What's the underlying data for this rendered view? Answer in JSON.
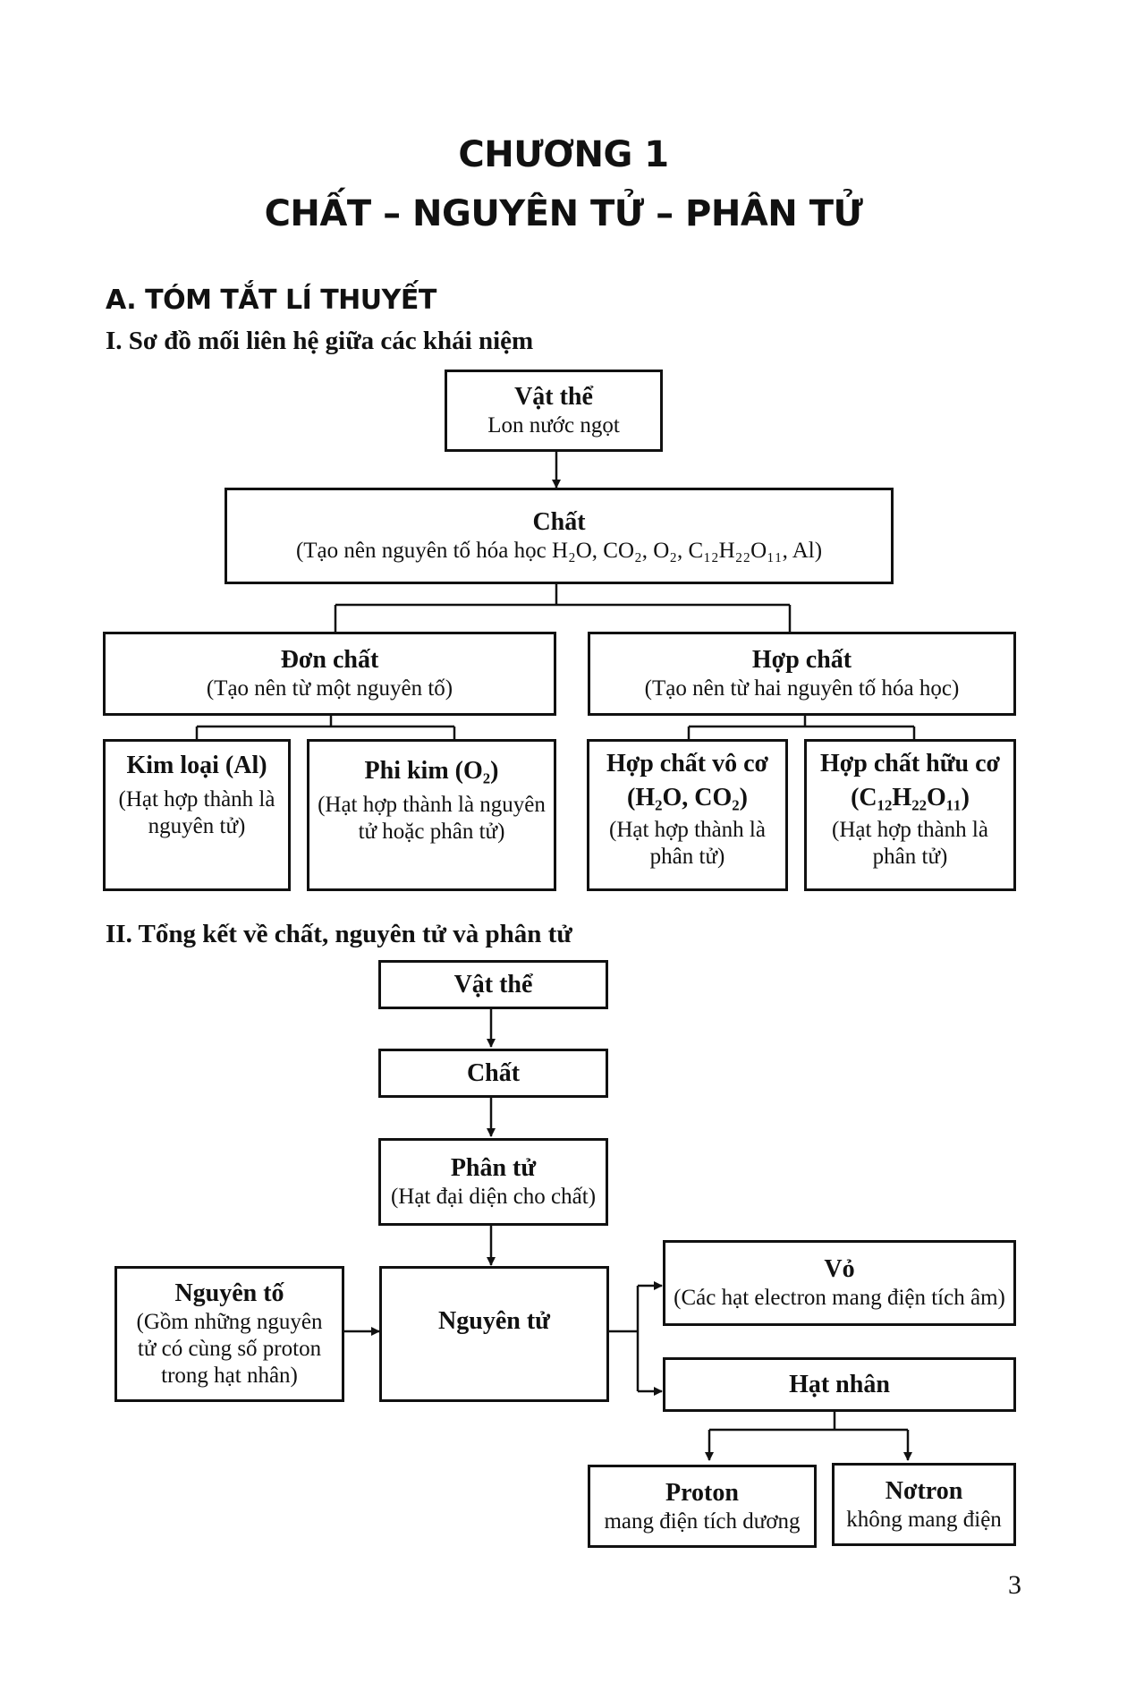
{
  "header": {
    "chapter": "CHƯƠNG 1",
    "title": "CHẤT – NGUYÊN TỬ – PHÂN TỬ"
  },
  "sectionA": "A. TÓM TẮT LÍ THUYẾT",
  "diagram1": {
    "heading": "I. Sơ đồ mối liên hệ giữa các khái niệm",
    "vat_the": {
      "title": "Vật thể",
      "text": "Lon nước ngọt"
    },
    "chat": {
      "title": "Chất",
      "text": "(Tạo nên nguyên tố hóa học  H₂O, CO₂, O₂, C₁₂H₂₂O₁₁, Al)"
    },
    "don_chat": {
      "title": "Đơn chất",
      "text": "(Tạo nên từ một nguyên tố)"
    },
    "hop_chat": {
      "title": "Hợp chất",
      "text": "(Tạo nên từ hai nguyên tố hóa học)"
    },
    "kim_loai": {
      "title": "Kim loại (Al)",
      "text": "(Hạt hợp thành là nguyên tử)"
    },
    "phi_kim": {
      "title": "Phi kim (O₂)",
      "text": "(Hạt hợp thành là nguyên tử hoặc phân tử)"
    },
    "vo_co": {
      "title": "Hợp chất vô cơ",
      "formula": "(H₂O, CO₂)",
      "text": "(Hạt hợp thành là phân tử)"
    },
    "huu_co": {
      "title": "Hợp chất hữu cơ",
      "formula": "(C₁₂H₂₂O₁₁)",
      "text": "(Hạt hợp thành là phân tử)"
    }
  },
  "diagram2": {
    "heading": "II. Tổng kết về chất, nguyên tử và phân tử",
    "vat_the": "Vật thể",
    "chat": "Chất",
    "phan_tu": {
      "title": "Phân tử",
      "text": "(Hạt đại diện cho chất)"
    },
    "nguyen_to": {
      "title": "Nguyên tố",
      "text": "(Gồm những nguyên tử có cùng số proton trong hạt nhân)"
    },
    "nguyen_tu": "Nguyên tử",
    "vo": {
      "title": "Vỏ",
      "text": "(Các hạt electron mang điện tích âm)"
    },
    "hat_nhan": "Hạt nhân",
    "proton": {
      "title": "Proton",
      "text": "mang điện tích dương"
    },
    "notron": {
      "title": "Nơtron",
      "text": "không mang điện"
    }
  },
  "page_number": "3"
}
